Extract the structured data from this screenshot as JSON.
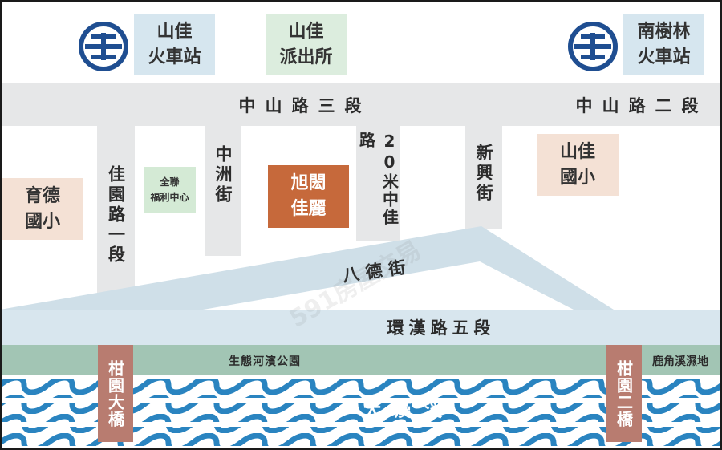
{
  "landmarks": {
    "shanjia_station": "山佳\n火車站",
    "shanjia_police": "山佳\n派出所",
    "nanshulin_station": "南樹林\n火車站",
    "yude_school": "育德\n國小",
    "shanjia_school": "山佳\n國小",
    "quanlian": "全聯\n福利中心",
    "property": "旭閎\n佳麗"
  },
  "roads": {
    "zhongshan_3": "中山路三段",
    "zhongshan_2": "中山路二段",
    "jiayuan_1": "佳園路一段",
    "zhongzhou": "中洲街",
    "zhongjia": "20米中佳路",
    "xinxing": "新興街",
    "bade": "八德街",
    "huanhan_5": "環漢路五段"
  },
  "park": {
    "eco_park": "生態河濱公園",
    "wetland": "鹿角溪濕地"
  },
  "river": "大漢溪",
  "bridges": {
    "gan_yuan_da": "柑園大橋",
    "gan_yuan_er": "柑園二橋"
  },
  "watermark": "591房屋交易",
  "colors": {
    "station_box": "#d6e6ef",
    "police_box": "#dcedde",
    "school_box": "#f4e1d5",
    "quanlian_box": "#d4ead5",
    "property": "#c6693b",
    "road": "#e6e7e8",
    "bade_road": "#cfdfe8",
    "huanhan_road": "#d8e6ee",
    "park": "#a2c5b4",
    "river": "#2a84c0",
    "bridge": "#b87c70",
    "rail_logo": "#1f4e91"
  },
  "icons": {
    "rail_logo": "taiwan-railway-logo-icon"
  }
}
